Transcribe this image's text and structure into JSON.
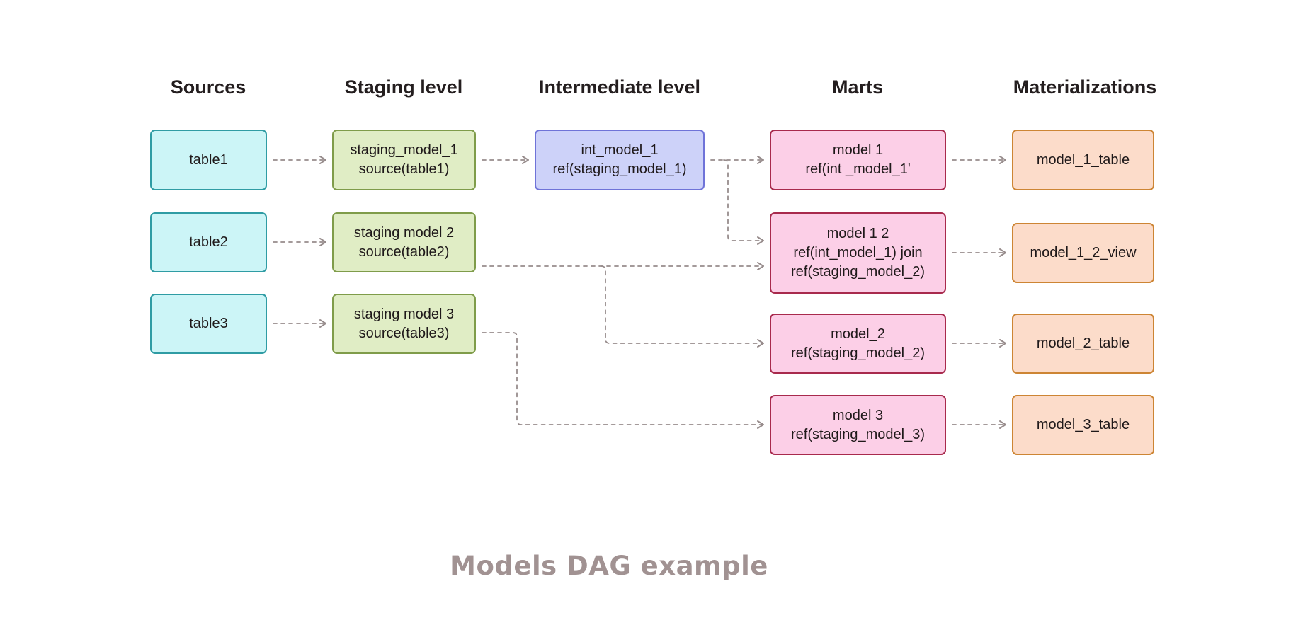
{
  "title": "Models DAG example",
  "columns": [
    {
      "id": "sources",
      "label": "Sources",
      "nodes": [
        {
          "id": "table1",
          "lines": [
            "table1"
          ]
        },
        {
          "id": "table2",
          "lines": [
            "table2"
          ]
        },
        {
          "id": "table3",
          "lines": [
            "table3"
          ]
        }
      ]
    },
    {
      "id": "staging",
      "label": "Staging level",
      "nodes": [
        {
          "id": "staging_model_1",
          "lines": [
            "staging_model_1",
            "source(table1)"
          ]
        },
        {
          "id": "staging_model_2",
          "lines": [
            "staging model 2",
            "source(table2)"
          ]
        },
        {
          "id": "staging_model_3",
          "lines": [
            "staging model 3",
            "source(table3)"
          ]
        }
      ]
    },
    {
      "id": "intermediate",
      "label": "Intermediate level",
      "nodes": [
        {
          "id": "int_model_1",
          "lines": [
            "int_model_1",
            "ref(staging_model_1)"
          ]
        }
      ]
    },
    {
      "id": "marts",
      "label": "Marts",
      "nodes": [
        {
          "id": "model_1",
          "lines": [
            "model 1",
            "ref(int _model_1'"
          ]
        },
        {
          "id": "model_1_2",
          "lines": [
            "model 1 2",
            "ref(int_model_1) join",
            "ref(staging_model_2)"
          ]
        },
        {
          "id": "model_2",
          "lines": [
            "model_2",
            "ref(staging_model_2)"
          ]
        },
        {
          "id": "model_3",
          "lines": [
            "model 3",
            "ref(staging_model_3)"
          ]
        }
      ]
    },
    {
      "id": "materializations",
      "label": "Materializations",
      "nodes": [
        {
          "id": "model_1_table",
          "lines": [
            "model_1_table"
          ]
        },
        {
          "id": "model_1_2_view",
          "lines": [
            "model_1_2_view"
          ]
        },
        {
          "id": "model_2_table",
          "lines": [
            "model_2_table"
          ]
        },
        {
          "id": "model_3_table",
          "lines": [
            "model_3_table"
          ]
        }
      ]
    }
  ],
  "edges": [
    {
      "from": "table1",
      "to": "staging_model_1"
    },
    {
      "from": "table2",
      "to": "staging_model_2"
    },
    {
      "from": "table3",
      "to": "staging_model_3"
    },
    {
      "from": "staging_model_1",
      "to": "int_model_1"
    },
    {
      "from": "int_model_1",
      "to": "model_1"
    },
    {
      "from": "int_model_1",
      "to": "model_1_2"
    },
    {
      "from": "staging_model_2",
      "to": "model_1_2"
    },
    {
      "from": "staging_model_2",
      "to": "model_2"
    },
    {
      "from": "staging_model_3",
      "to": "model_3"
    },
    {
      "from": "model_1",
      "to": "model_1_table"
    },
    {
      "from": "model_1_2",
      "to": "model_1_2_view"
    },
    {
      "from": "model_2",
      "to": "model_2_table"
    },
    {
      "from": "model_3",
      "to": "model_3_table"
    }
  ],
  "colors": {
    "sources": {
      "fill": "#ccf5f7",
      "border": "#2f9ca4"
    },
    "staging": {
      "fill": "#e0edc5",
      "border": "#7f9c4a"
    },
    "intermediate": {
      "fill": "#cdd2f9",
      "border": "#6f73d8"
    },
    "marts": {
      "fill": "#fccfe7",
      "border": "#a82a4d"
    },
    "materializations": {
      "fill": "#fcdcca",
      "border": "#cd8534"
    },
    "connector": "#978c8c",
    "text": "#1f191a",
    "title": "#a19292",
    "background": "#ffffff"
  }
}
